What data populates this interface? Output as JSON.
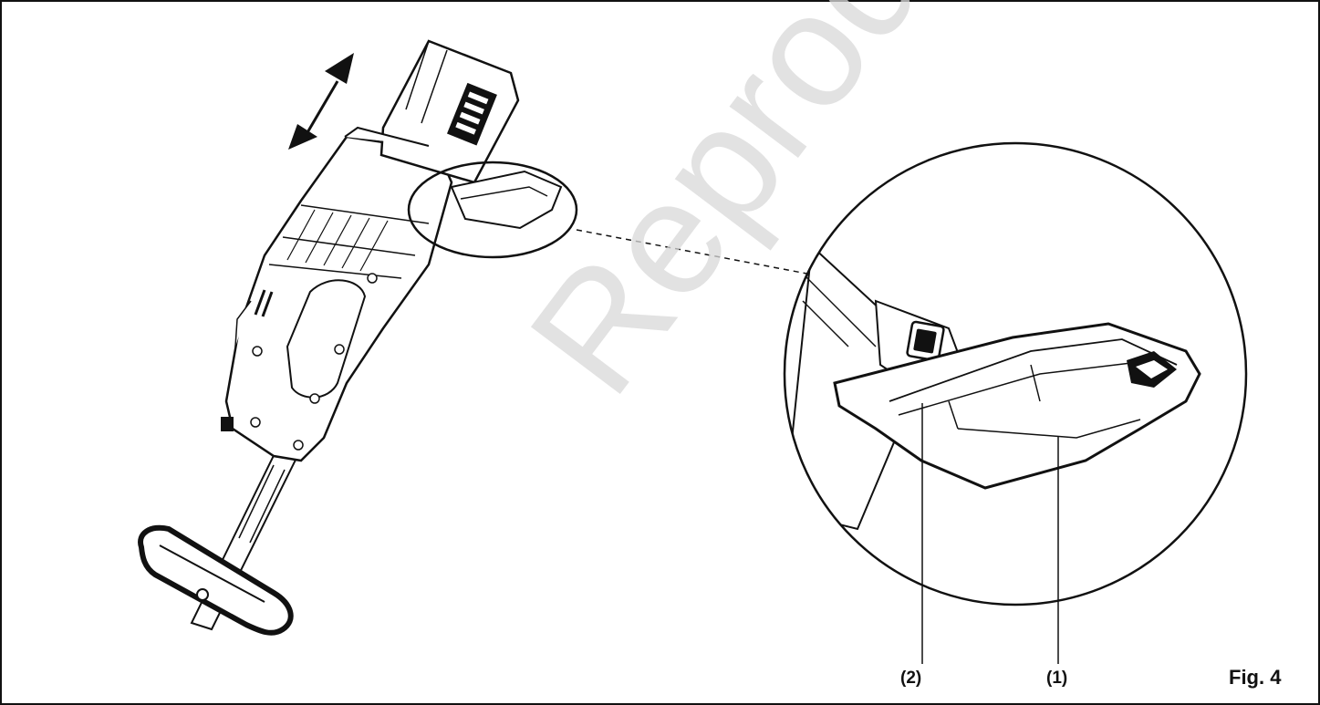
{
  "callouts": {
    "part_1": "(1)",
    "part_2": "(2)"
  },
  "figure_label": "Fig. 4",
  "watermark": "Reproduction",
  "colors": {
    "ink": "#111111",
    "watermark": "#d9d9d9",
    "background": "#ffffff"
  },
  "icons": [
    "double-arrow-icon"
  ]
}
